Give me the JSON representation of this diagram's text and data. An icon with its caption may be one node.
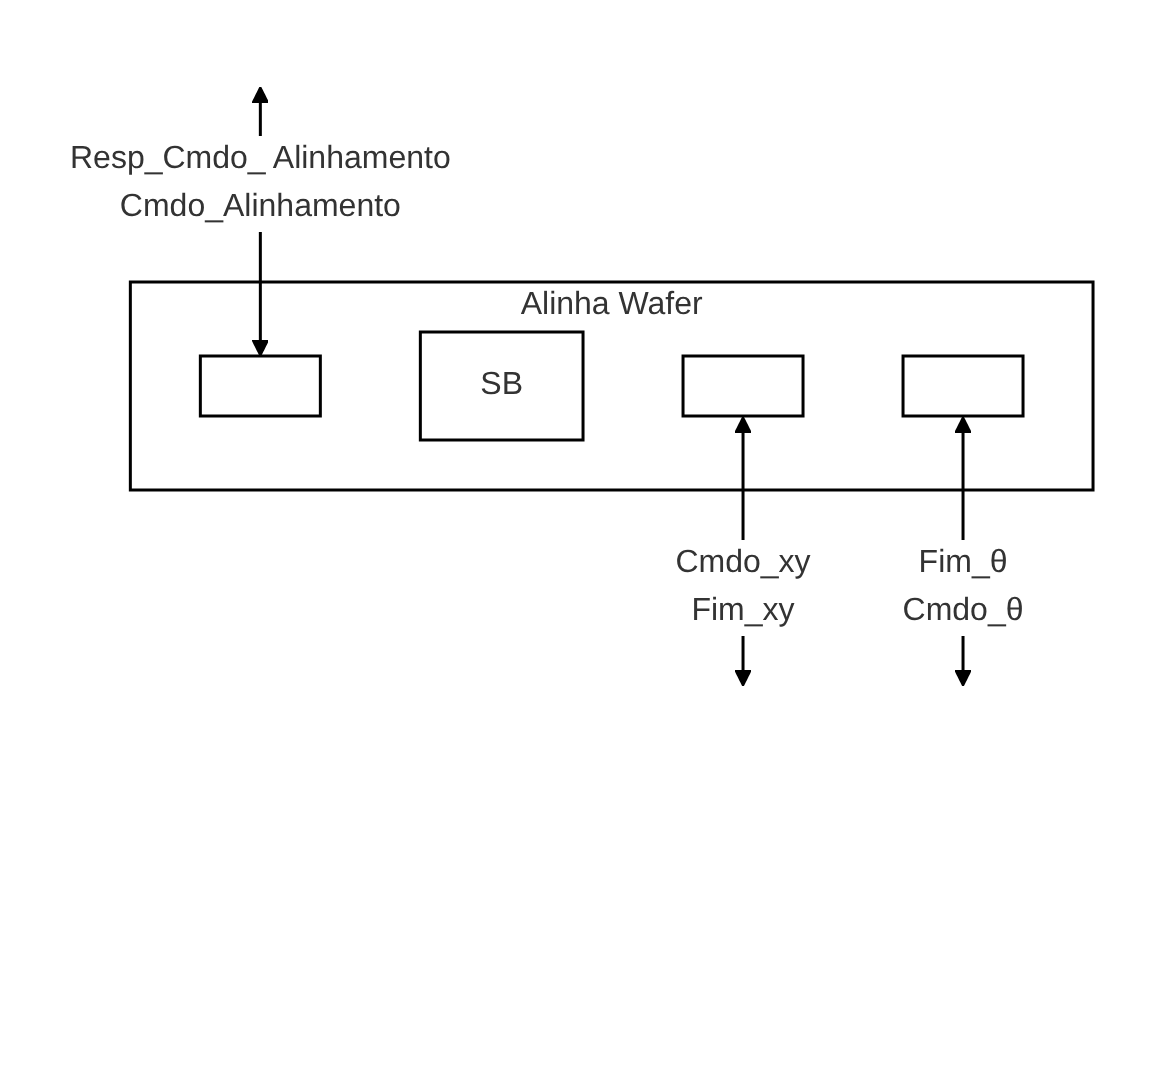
{
  "diagram": {
    "nodes": [
      {
        "text": [
          "Alinha Wafer"
        ]
      },
      {
        "text": [],
        "shape": "box",
        "in": 0,
        "beside": [
          "Resp_Cmdo_ Alinhamento",
          "Cmdo_Alinhamento"
        ]
      },
      {
        "text": [
          "SB"
        ],
        "in": 0
      },
      {
        "text": [],
        "shape": "box",
        "in": 0,
        "beside": [
          "Cmdo_xy",
          "Fim_xy"
        ]
      },
      {
        "text": [],
        "shape": "box",
        "in": 0,
        "beside": [
          "Fim_θ",
          "Cmdo_θ"
        ]
      }
    ],
    "edges": [
      {
        "from": null,
        "to": 1,
        "arrow": "both"
      },
      {
        "from": 3,
        "to": null,
        "arrow": "both"
      },
      {
        "from": 4,
        "to": null,
        "arrow": "both"
      }
    ]
  }
}
